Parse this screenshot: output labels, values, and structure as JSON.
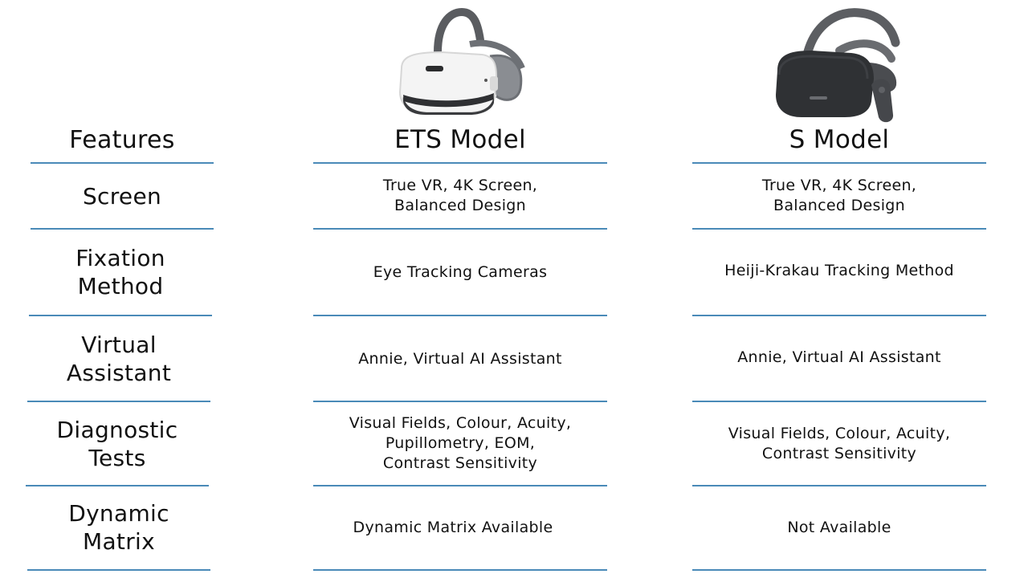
{
  "header": {
    "features": "Features",
    "models": [
      "ETS Model",
      "S Model"
    ]
  },
  "rows": [
    {
      "feature": [
        "Screen"
      ],
      "ets": [
        "True VR, 4K Screen,",
        "Balanced Design"
      ],
      "s": [
        "True VR, 4K Screen,",
        "Balanced Design"
      ]
    },
    {
      "feature": [
        "Fixation",
        "Method"
      ],
      "ets": [
        "Eye Tracking Cameras"
      ],
      "s": [
        "Heiji-Krakau Tracking Method"
      ]
    },
    {
      "feature": [
        "Virtual",
        "Assistant"
      ],
      "ets": [
        "Annie, Virtual AI Assistant"
      ],
      "s": [
        "Annie, Virtual AI Assistant"
      ]
    },
    {
      "feature": [
        "Diagnostic",
        "Tests"
      ],
      "ets": [
        "Visual Fields, Colour, Acuity,",
        "Pupillometry, EOM,",
        "Contrast Sensitivity"
      ],
      "s": [
        "Visual Fields, Colour, Acuity,",
        "Contrast Sensitivity"
      ]
    },
    {
      "feature": [
        "Dynamic",
        "Matrix"
      ],
      "ets": [
        "Dynamic Matrix Available"
      ],
      "s": [
        "Not Available"
      ]
    }
  ],
  "images": {
    "ets": {
      "icon": "white-vr-headset-icon",
      "color": "#f2f2f2"
    },
    "s": {
      "icon": "black-vr-headset-icon",
      "color": "#2e2f31"
    }
  },
  "colors": {
    "rule": "#4a8ab8",
    "text": "#111111"
  }
}
